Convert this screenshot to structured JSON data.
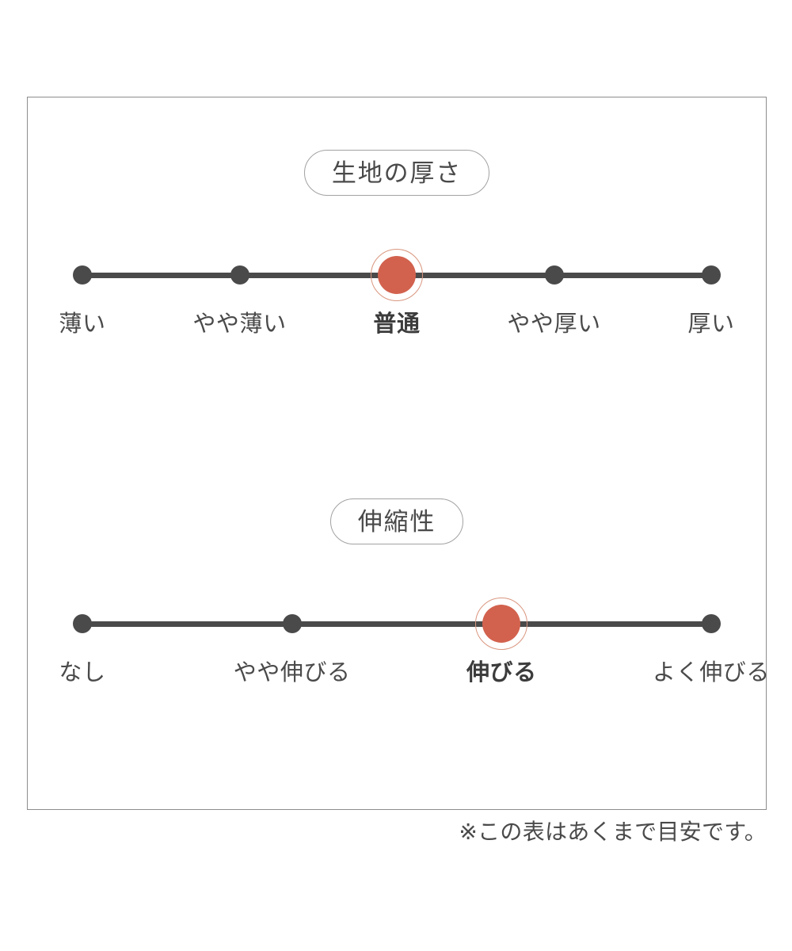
{
  "card": {
    "border_color": "#8d8d8d",
    "background": "#ffffff"
  },
  "colors": {
    "track": "#4a4a4a",
    "dot": "#4a4a4a",
    "active_dot": "#d2624e",
    "active_halo": "#d9967f",
    "text": "#4a4a4a",
    "pill_border": "#a2a2a2"
  },
  "sections": [
    {
      "id": "fabric-thickness",
      "title": "生地の厚さ",
      "labels": [
        "薄い",
        "やや薄い",
        "普通",
        "やや厚い",
        "厚い"
      ],
      "selected_index": 2,
      "selected_label": "普通"
    },
    {
      "id": "stretchiness",
      "title": "伸縮性",
      "labels": [
        "なし",
        "やや伸びる",
        "伸びる",
        "よく伸びる"
      ],
      "selected_index": 2,
      "selected_label": "伸びる"
    }
  ],
  "footnote": "※この表はあくまで目安です。",
  "chart_data": {
    "type": "scatter",
    "title": "生地の厚さ・伸縮性",
    "charts": [
      {
        "name": "生地の厚さ",
        "categories": [
          "薄い",
          "やや薄い",
          "普通",
          "やや厚い",
          "厚い"
        ],
        "values": [
          0,
          0,
          1,
          0,
          0
        ],
        "selected": "普通",
        "selected_index": 2,
        "scale_points": 5
      },
      {
        "name": "伸縮性",
        "categories": [
          "なし",
          "やや伸びる",
          "伸びる",
          "よく伸びる"
        ],
        "values": [
          0,
          0,
          1,
          0
        ],
        "selected": "伸びる",
        "selected_index": 2,
        "scale_points": 4
      }
    ],
    "xlabel": "",
    "ylabel": "",
    "grid": false,
    "legend": "none",
    "note": "※この表はあくまで目安です。"
  }
}
